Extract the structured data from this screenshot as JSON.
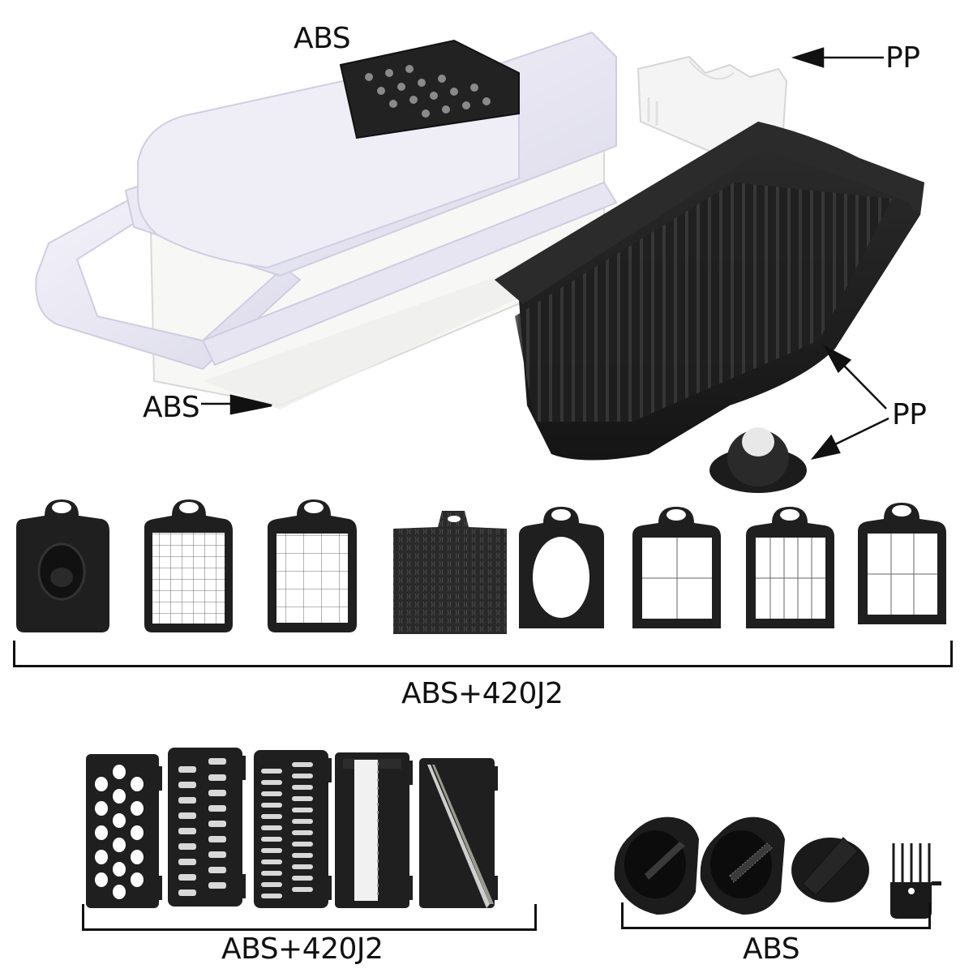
{
  "title": "Vegetable chopper set — component materials",
  "callouts": {
    "lid_label": "ABS",
    "container_label": "ABS",
    "holder_label": "PP",
    "basket_label": "PP"
  },
  "groups": {
    "blade_inserts": {
      "label": "ABS+420J2",
      "items": [
        {
          "name": "Spiralizer plate"
        },
        {
          "name": "Fine dicing grid (small)"
        },
        {
          "name": "Medium dicing grid"
        },
        {
          "name": "Push-through cleaning plate"
        },
        {
          "name": "Open oval frame"
        },
        {
          "name": "Quarter wedge grid"
        },
        {
          "name": "Eight-segment grid"
        },
        {
          "name": "Six-segment grid"
        }
      ]
    },
    "grater_blades": {
      "label": "ABS+420J2",
      "items": [
        {
          "name": "Coarse grater"
        },
        {
          "name": "Julienne blade (large)"
        },
        {
          "name": "Julienne blade (fine)"
        },
        {
          "name": "Wavy slicer"
        },
        {
          "name": "Straight slicer"
        }
      ]
    },
    "accessories": {
      "label": "ABS",
      "items": [
        {
          "name": "Spiral cutter (straight)"
        },
        {
          "name": "Spiral cutter (serrated)"
        },
        {
          "name": "Cap knob"
        },
        {
          "name": "Cleaning brush comb"
        }
      ]
    }
  },
  "colors": {
    "product_white": "#ecebf5",
    "product_black": "#1e1e1e",
    "text": "#111111"
  }
}
